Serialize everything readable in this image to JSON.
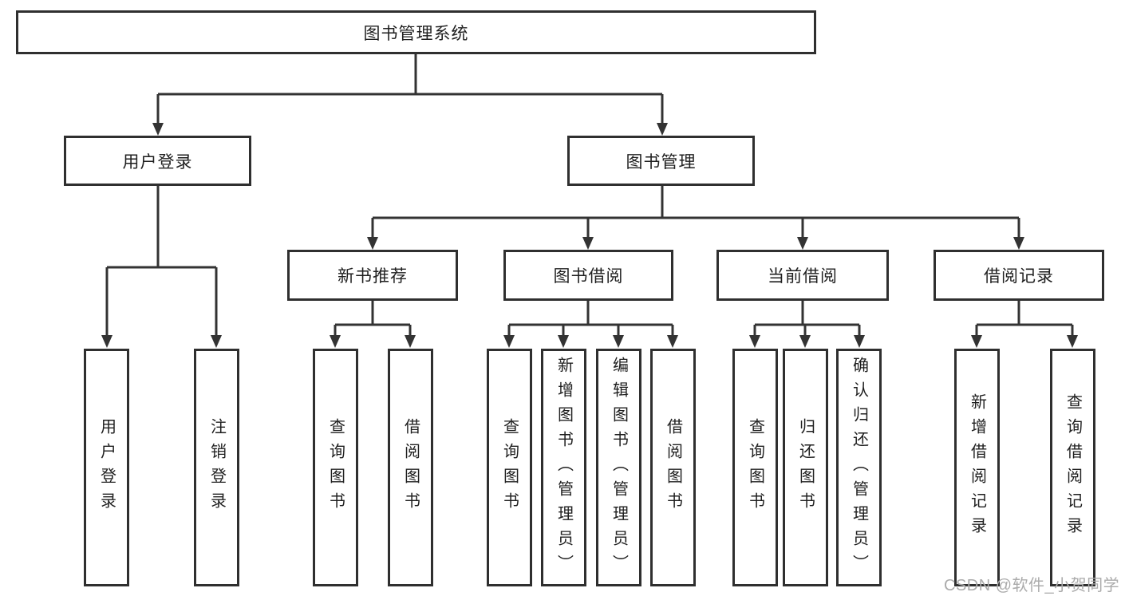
{
  "tree": {
    "root": {
      "label": "图书管理系统"
    },
    "children": [
      {
        "label": "用户登录",
        "children": [
          {
            "label": "用户登录"
          },
          {
            "label": "注销登录"
          }
        ]
      },
      {
        "label": "图书管理",
        "children": [
          {
            "label": "新书推荐",
            "children": [
              {
                "label": "查询图书"
              },
              {
                "label": "借阅图书"
              }
            ]
          },
          {
            "label": "图书借阅",
            "children": [
              {
                "label": "查询图书"
              },
              {
                "label": "新增图书（管理员）"
              },
              {
                "label": "编辑图书（管理员）"
              },
              {
                "label": "借阅图书"
              }
            ]
          },
          {
            "label": "当前借阅",
            "children": [
              {
                "label": "查询图书"
              },
              {
                "label": "归还图书"
              },
              {
                "label": "确认归还（管理员）"
              }
            ]
          },
          {
            "label": "借阅记录",
            "children": [
              {
                "label": "新增借阅记录"
              },
              {
                "label": "查询借阅记录"
              }
            ]
          }
        ]
      }
    ]
  },
  "watermark": {
    "text": "CSDN @软件_小贺同学"
  },
  "colors": {
    "line": "#333333",
    "box_border": "#2f2f2f",
    "text": "#1f1f1f",
    "watermark": "#ababab",
    "background": "#ffffff"
  }
}
